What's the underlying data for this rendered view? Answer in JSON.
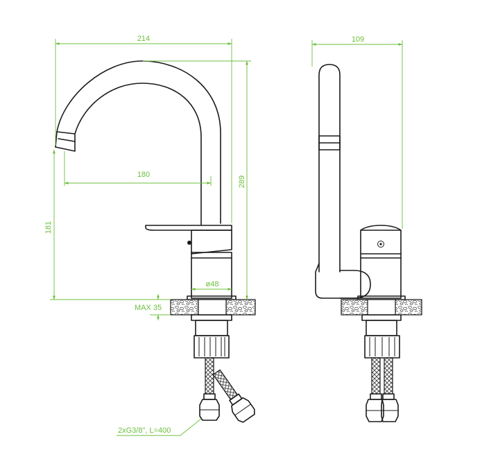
{
  "dimensions": {
    "width_top": "214",
    "height_total": "289",
    "spout_reach": "180",
    "spout_height": "181",
    "base_diameter": "ø48",
    "max_thickness": "MAX 35",
    "side_width": "109",
    "hose_spec": "2xG3/8\", L=400"
  },
  "colors": {
    "dimension": "#6cbf3c",
    "outline": "#1a1a1a",
    "stone": "#8a8a8a"
  }
}
